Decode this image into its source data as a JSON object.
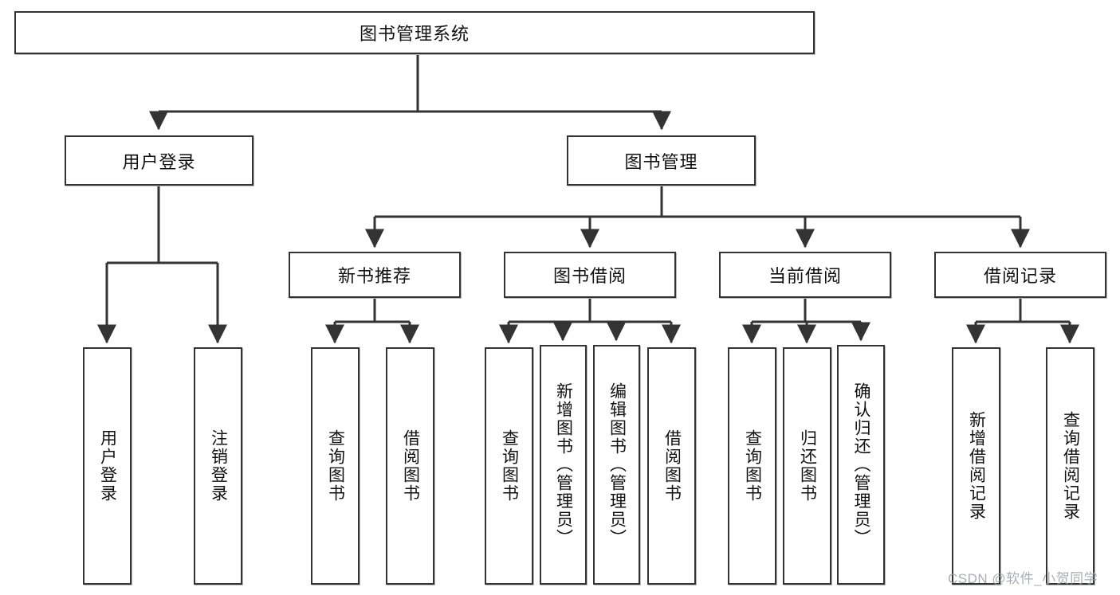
{
  "diagram": {
    "type": "tree",
    "title": "图书管理系统",
    "root": {
      "id": "root",
      "label": "图书管理系统"
    },
    "level2": [
      {
        "id": "user-login",
        "label": "用户登录"
      },
      {
        "id": "book-manage",
        "label": "图书管理"
      }
    ],
    "level3": [
      {
        "id": "new-book-rec",
        "label": "新书推荐",
        "parent": "book-manage"
      },
      {
        "id": "book-borrow",
        "label": "图书借阅",
        "parent": "book-manage"
      },
      {
        "id": "current-borrow",
        "label": "当前借阅",
        "parent": "book-manage"
      },
      {
        "id": "borrow-record",
        "label": "借阅记录",
        "parent": "book-manage"
      }
    ],
    "leaves": [
      {
        "id": "leaf-user-login",
        "label": "用户登录",
        "parent": "user-login"
      },
      {
        "id": "leaf-logout",
        "label": "注销登录",
        "parent": "user-login"
      },
      {
        "id": "leaf-query-book-1",
        "label": "查询图书",
        "parent": "new-book-rec"
      },
      {
        "id": "leaf-borrow-book-1",
        "label": "借阅图书",
        "parent": "new-book-rec"
      },
      {
        "id": "leaf-query-book-2",
        "label": "查询图书",
        "parent": "book-borrow"
      },
      {
        "id": "leaf-add-book",
        "label": "新增图书（管理员）",
        "parent": "book-borrow"
      },
      {
        "id": "leaf-edit-book",
        "label": "编辑图书（管理员）",
        "parent": "book-borrow"
      },
      {
        "id": "leaf-borrow-book-2",
        "label": "借阅图书",
        "parent": "book-borrow"
      },
      {
        "id": "leaf-query-book-3",
        "label": "查询图书",
        "parent": "current-borrow"
      },
      {
        "id": "leaf-return-book",
        "label": "归还图书",
        "parent": "current-borrow"
      },
      {
        "id": "leaf-confirm-return",
        "label": "确认归还（管理员）",
        "parent": "current-borrow"
      },
      {
        "id": "leaf-add-record",
        "label": "新增借阅记录",
        "parent": "borrow-record"
      },
      {
        "id": "leaf-query-record",
        "label": "查询借阅记录",
        "parent": "borrow-record"
      }
    ]
  },
  "colors": {
    "box_border": "#333333",
    "box_fill": "#ffffff",
    "connector": "#333333",
    "watermark": "#9aa0a6"
  },
  "watermark": {
    "text": "CSDN @软件_小贺同学"
  }
}
